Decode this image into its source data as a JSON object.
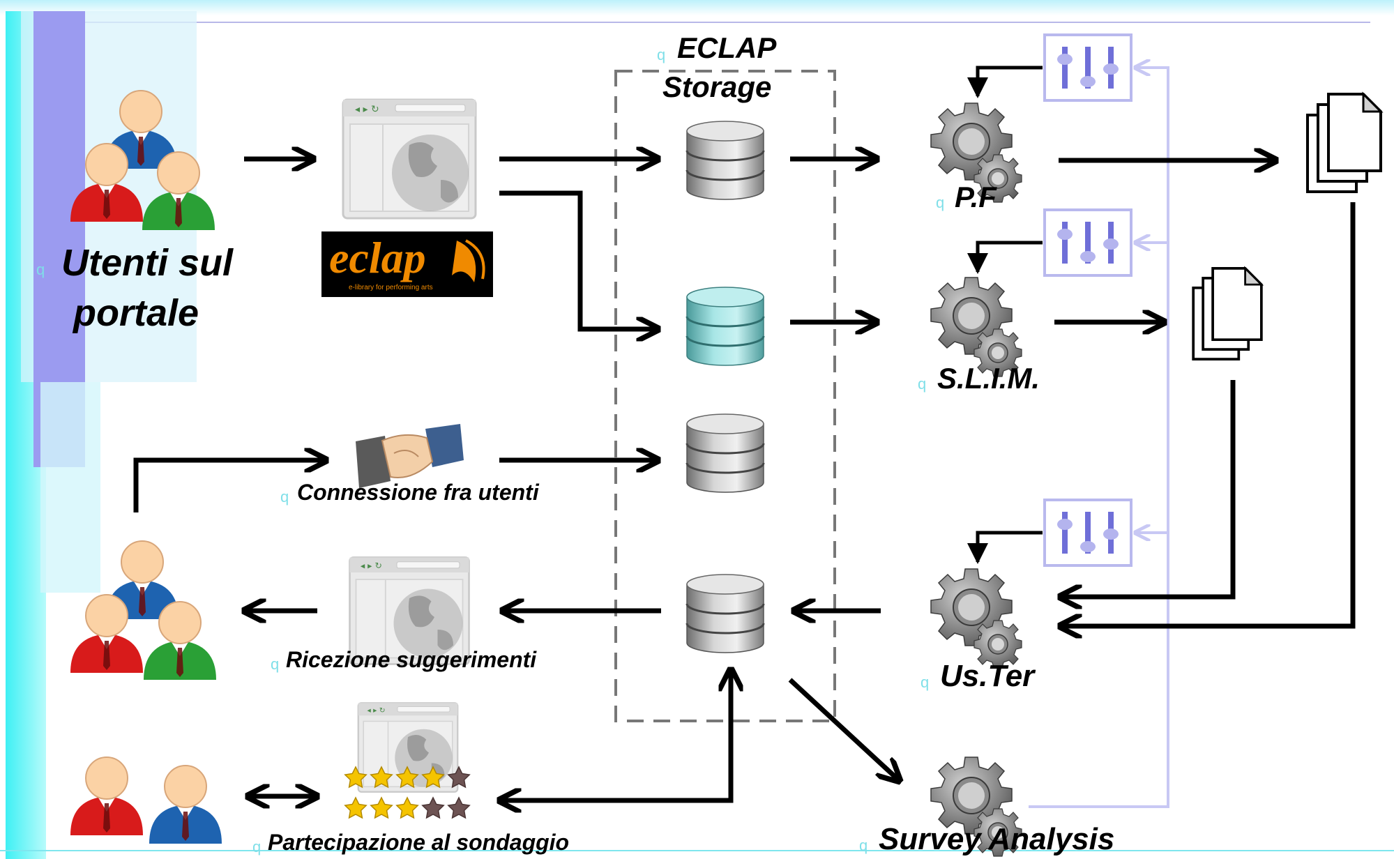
{
  "diagram": {
    "storage_title_line1": "ECLAP",
    "storage_title_line2": "Storage",
    "users_label_line1": "Utenti sul",
    "users_label_line2": "portale",
    "portal_logo_text": "eclap",
    "portal_logo_subtext": "e-library for performing arts",
    "connection_label": "Connessione fra utenti",
    "suggestions_label": "Ricezione suggerimenti",
    "survey_participation_label": "Partecipazione al sondaggio",
    "pf_label": "P.F",
    "slim_label": "S.L.I.M.",
    "uster_label": "Us.Ter",
    "survey_analysis_label": "Survey Analysis",
    "bullet_glyph": "q"
  },
  "colors": {
    "arrow": "#000000",
    "feedback_line": "#c8c8f4",
    "sidebar_cyan": "#55f2f6",
    "sidebar_blue": "#9b9bf0",
    "highlight_db": "#7fcfcf",
    "db_gray": "#a9a9a9",
    "person_red": "#d81b1b",
    "person_blue": "#1e63b0",
    "person_green": "#2aa036",
    "logo_orange": "#f08a00"
  }
}
